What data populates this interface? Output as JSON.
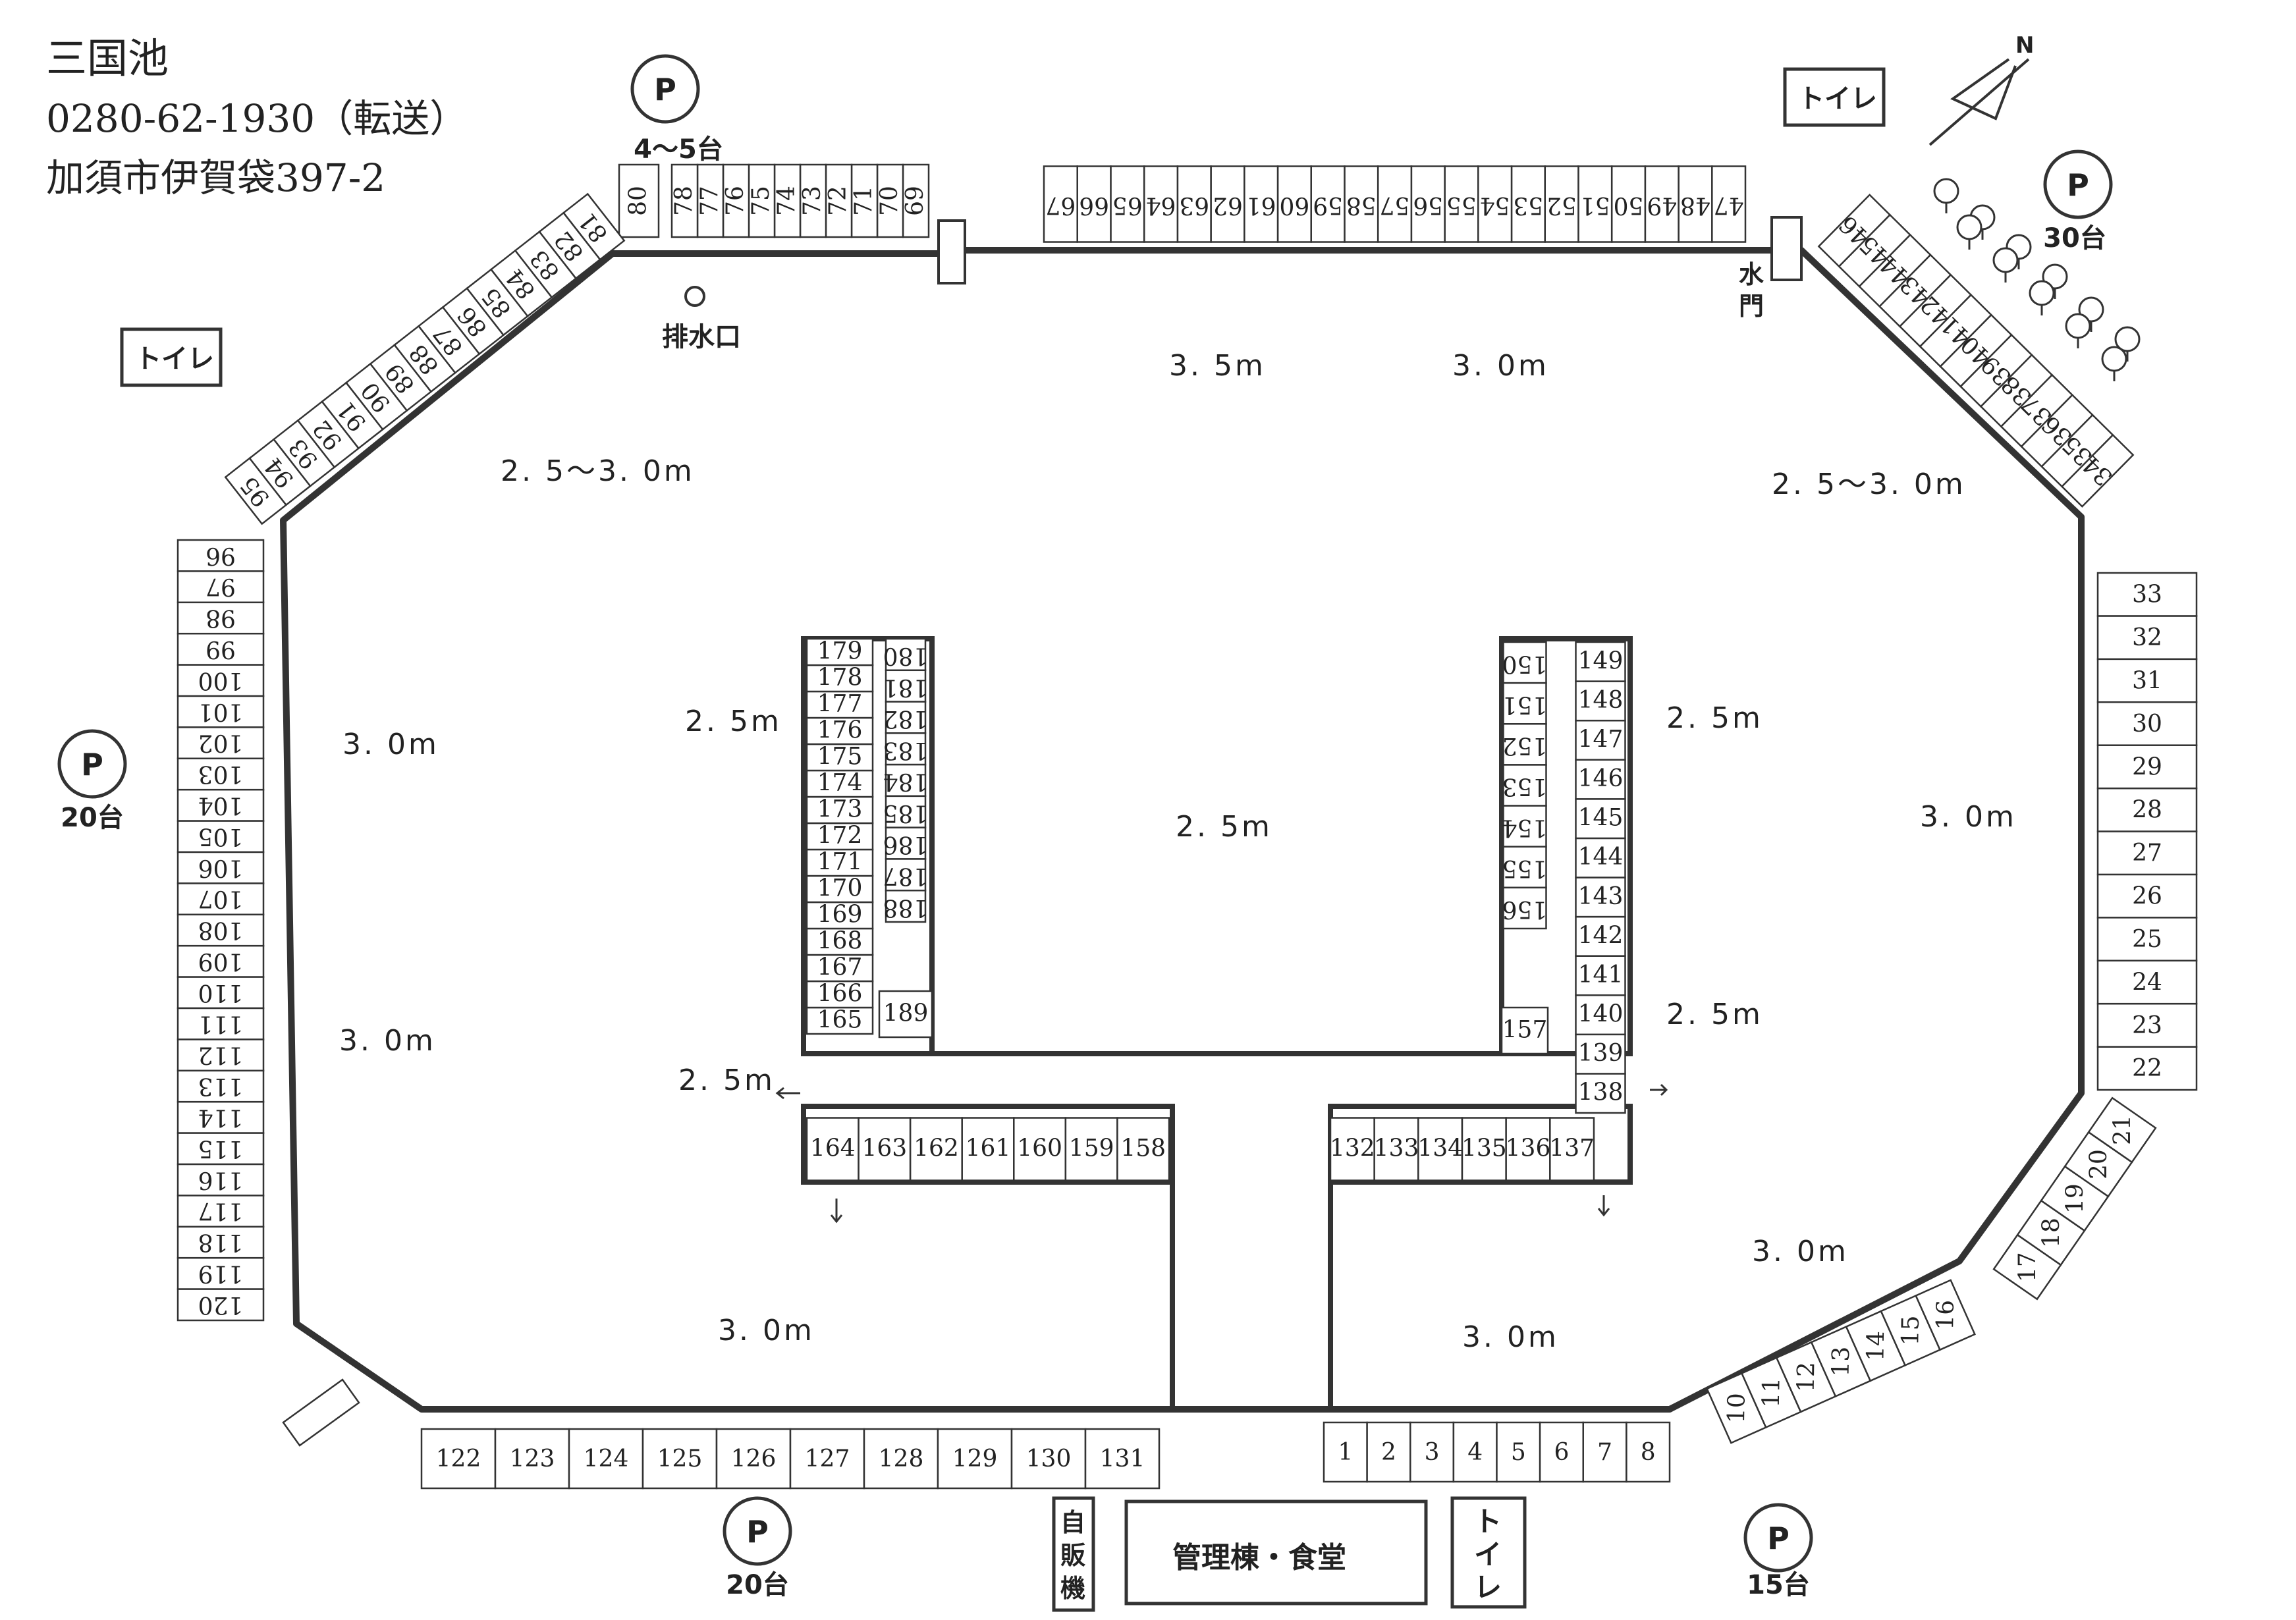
{
  "header": {
    "name": "三国池",
    "phone": "0280-62-1930（転送）",
    "address": "加須市伊賀袋397-2"
  },
  "map_labels": {
    "north": "N",
    "parking": "P",
    "toilet": "トイレ",
    "drain": "排水口",
    "water_gate": "水門",
    "vending": "自販機",
    "office": "管理棟・食堂"
  },
  "parking_counts": {
    "top": "4～5台",
    "top_right": "30台",
    "left": "20台",
    "bottom_left": "20台",
    "bottom_right": "15台"
  },
  "depths": {
    "top_left": "2. 5～3. 0m",
    "top_mid": "3. 5m",
    "top_mid2": "3. 0m",
    "right_top": "2. 5～3. 0m",
    "left_upper": "3. 0m",
    "left_lower": "3. 0m",
    "right_mid": "3. 0m",
    "center": "2. 5m",
    "inner_left_top": "2. 5m",
    "inner_left_bottom": "2. 5m",
    "inner_right_top": "2. 5m",
    "inner_right_bottom": "2. 5m",
    "bottom_left": "3. 0m",
    "bottom_mid": "3. 0m",
    "bottom_right": "3. 0m"
  },
  "seats": {
    "bottom_right": [
      "1",
      "2",
      "3",
      "4",
      "5",
      "6",
      "7",
      "8"
    ],
    "bottom_diag": [
      "10",
      "11",
      "12",
      "13",
      "14",
      "15",
      "16"
    ],
    "right_diag": [
      "17",
      "18",
      "19",
      "20",
      "21"
    ],
    "right": [
      "22",
      "23",
      "24",
      "25",
      "26",
      "27",
      "28",
      "29",
      "30",
      "31",
      "32",
      "33"
    ],
    "top_right_diag": [
      "34",
      "35",
      "36",
      "37",
      "38",
      "39",
      "40",
      "41",
      "42",
      "43",
      "44",
      "45",
      "46"
    ],
    "top_right": [
      "47",
      "48",
      "49",
      "50",
      "51",
      "52",
      "53",
      "54",
      "55",
      "56",
      "57",
      "58",
      "59",
      "60",
      "61",
      "62",
      "63",
      "64",
      "65",
      "66",
      "67"
    ],
    "top_left": [
      "69",
      "70",
      "71",
      "72",
      "73",
      "74",
      "75",
      "76",
      "77",
      "78"
    ],
    "top_single": [
      "80"
    ],
    "top_left_diag": [
      "81",
      "82",
      "83",
      "84",
      "85",
      "86",
      "87",
      "88",
      "89",
      "90",
      "91",
      "92",
      "93",
      "94",
      "95"
    ],
    "left": [
      "96",
      "97",
      "98",
      "99",
      "100",
      "101",
      "102",
      "103",
      "104",
      "105",
      "106",
      "107",
      "108",
      "109",
      "110",
      "111",
      "112",
      "113",
      "114",
      "115",
      "116",
      "117",
      "118",
      "119",
      "120"
    ],
    "bottom_left": [
      "122",
      "123",
      "124",
      "125",
      "126",
      "127",
      "128",
      "129",
      "130",
      "131"
    ],
    "pier_right_bottom": [
      "132",
      "133",
      "134",
      "135",
      "136",
      "137"
    ],
    "pier_right_outer": [
      "138",
      "139",
      "140",
      "141",
      "142",
      "143",
      "144",
      "145",
      "146",
      "147",
      "148",
      "149"
    ],
    "pier_right_inner": [
      "150",
      "151",
      "152",
      "153",
      "154",
      "155",
      "156"
    ],
    "pier_right_corner": [
      "157"
    ],
    "pier_left_bottom": [
      "164",
      "163",
      "162",
      "161",
      "160",
      "159",
      "158"
    ],
    "pier_left_outer": [
      "165",
      "166",
      "167",
      "168",
      "169",
      "170",
      "171",
      "172",
      "173",
      "174",
      "175",
      "176",
      "177",
      "178",
      "179"
    ],
    "pier_left_inner": [
      "180",
      "181",
      "182",
      "183",
      "184",
      "185",
      "186",
      "187",
      "188"
    ],
    "pier_left_corner": [
      "189"
    ]
  }
}
